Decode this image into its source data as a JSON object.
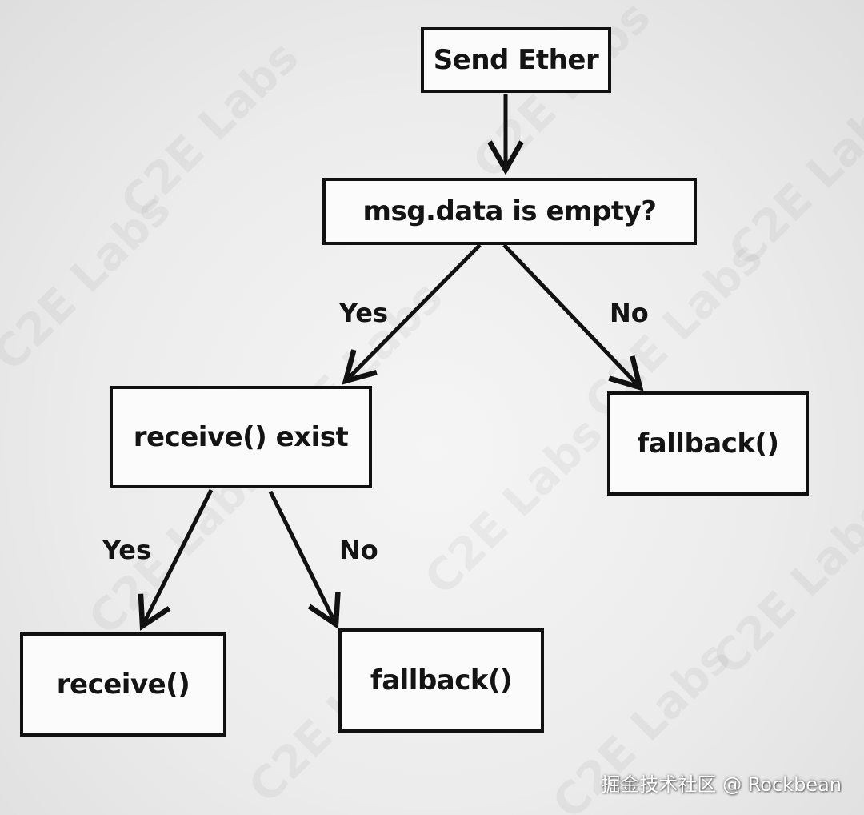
{
  "nodes": {
    "send_ether": "Send Ether",
    "msg_data_check": "msg.data is empty?",
    "receive_exist": "receive() exist",
    "fallback_right": "fallback()",
    "receive_call": "receive()",
    "fallback_bottom": "fallback()"
  },
  "edges": {
    "empty_yes": "Yes",
    "empty_no": "No",
    "exist_yes": "Yes",
    "exist_no": "No"
  },
  "watermark": "C2E Labs",
  "credit": "掘金技术社区 @ Rockbean"
}
